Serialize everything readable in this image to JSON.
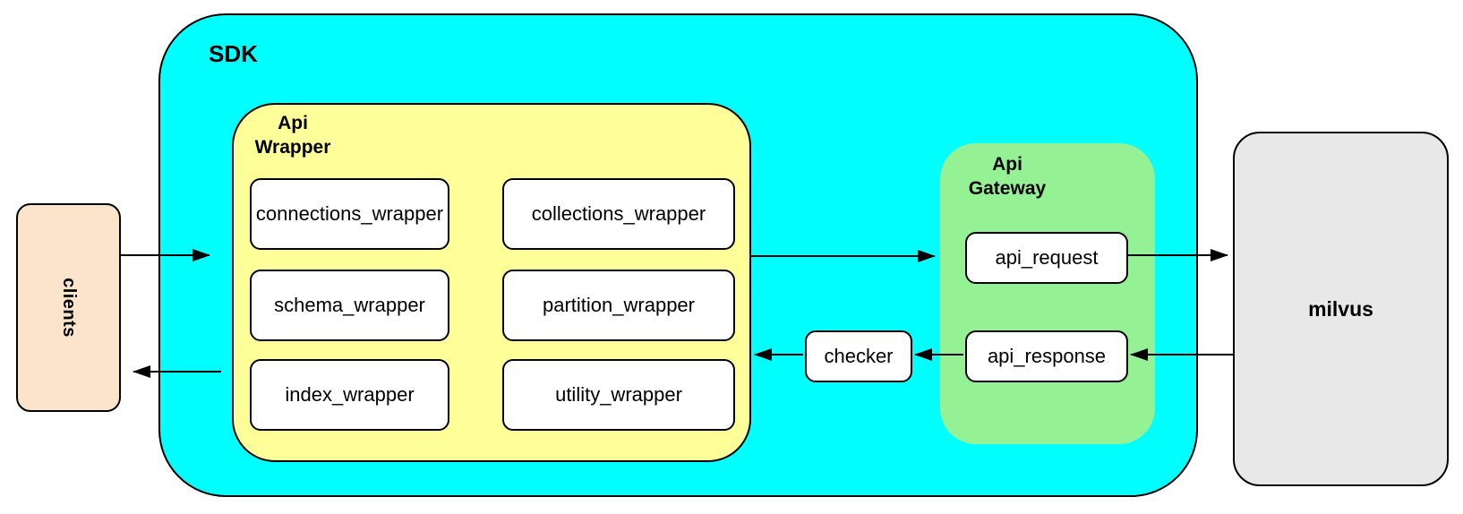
{
  "palette": {
    "sdk_fill": "#00FFFF",
    "wrapper_fill": "#FFFF99",
    "gateway_fill": "#94F294",
    "clients_fill": "#FCE3CB",
    "milvus_fill": "#E8E8E8",
    "node_fill": "#FFFFFF",
    "stroke": "#000000"
  },
  "nodes": {
    "clients": {
      "label": "clients"
    },
    "sdk": {
      "label": "SDK"
    },
    "api_wrapper": {
      "label_line1": "Api",
      "label_line2": "Wrapper",
      "children": [
        "connections_wrapper",
        "collections_wrapper",
        "schema_wrapper",
        "partition_wrapper",
        "index_wrapper",
        "utility_wrapper"
      ]
    },
    "checker": {
      "label": "checker"
    },
    "api_gateway": {
      "label_line1": "Api",
      "label_line2": "Gateway",
      "children": [
        "api_request",
        "api_response"
      ]
    },
    "milvus": {
      "label": "milvus"
    }
  }
}
